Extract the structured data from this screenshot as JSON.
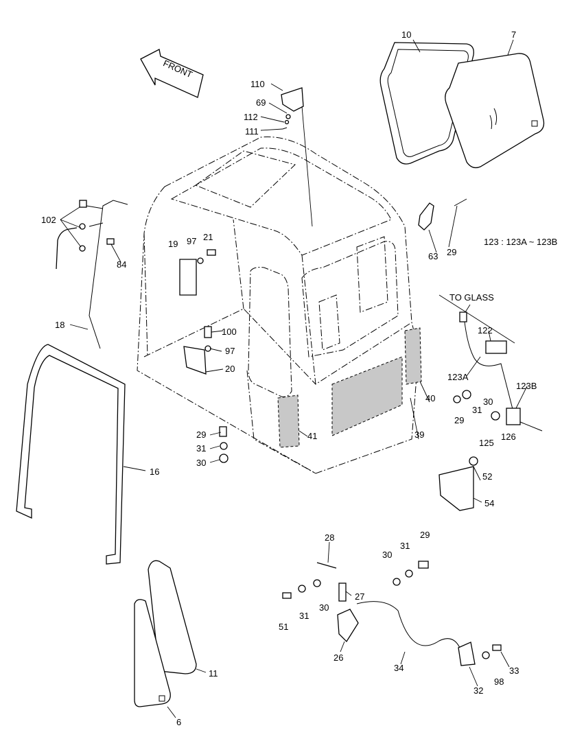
{
  "diagram": {
    "front_label": "FRONT",
    "note": "123 : 123A ~ 123B",
    "to_glass": "TO GLASS",
    "labels": {
      "p10": "10",
      "p7": "7",
      "p110": "110",
      "p69": "69",
      "p112": "112",
      "p111": "111",
      "p102": "102",
      "p84": "84",
      "p19": "19",
      "p97a": "97",
      "p21": "21",
      "p63": "63",
      "p29a": "29",
      "p18": "18",
      "p100": "100",
      "p97b": "97",
      "p20": "20",
      "p122": "122",
      "p123A": "123A",
      "p123B": "123B",
      "p29b": "29",
      "p31a": "31",
      "p30a": "30",
      "p40": "40",
      "p39": "39",
      "p41": "41",
      "p29c": "29",
      "p31b": "31",
      "p30b": "30",
      "p125": "125",
      "p126": "126",
      "p16": "16",
      "p52": "52",
      "p54": "54",
      "p28": "28",
      "p30c": "30",
      "p31c": "31",
      "p29d": "29",
      "p27": "27",
      "p30d": "30",
      "p31d": "31",
      "p51": "51",
      "p26": "26",
      "p34": "34",
      "p33": "33",
      "p98": "98",
      "p32": "32",
      "p11": "11",
      "p6": "6"
    }
  }
}
